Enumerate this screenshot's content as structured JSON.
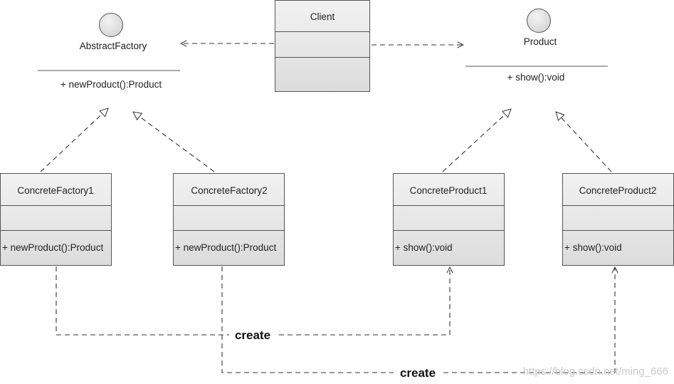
{
  "diagram": {
    "interfaces": [
      {
        "id": "abstract-factory",
        "name": "AbstractFactory",
        "operation": "+ newProduct():Product"
      },
      {
        "id": "product",
        "name": "Product",
        "operation": "+ show():void"
      }
    ],
    "classes": [
      {
        "id": "client",
        "name": "Client",
        "operation": ""
      },
      {
        "id": "concrete-factory-1",
        "name": "ConcreteFactory1",
        "operation": "+ newProduct():Product"
      },
      {
        "id": "concrete-factory-2",
        "name": "ConcreteFactory2",
        "operation": "+ newProduct():Product"
      },
      {
        "id": "concrete-product-1",
        "name": "ConcreteProduct1",
        "operation": "+ show():void"
      },
      {
        "id": "concrete-product-2",
        "name": "ConcreteProduct2",
        "operation": "+ show():void"
      }
    ],
    "relations": {
      "create_label_1": "create",
      "create_label_2": "create"
    },
    "watermark": "https://blog.csdn.net/ming_666",
    "colors": {
      "box_fill": "#e6e6e6",
      "box_stroke": "#555555",
      "line": "#333333",
      "interface_fill": "#e6e6e6"
    }
  }
}
